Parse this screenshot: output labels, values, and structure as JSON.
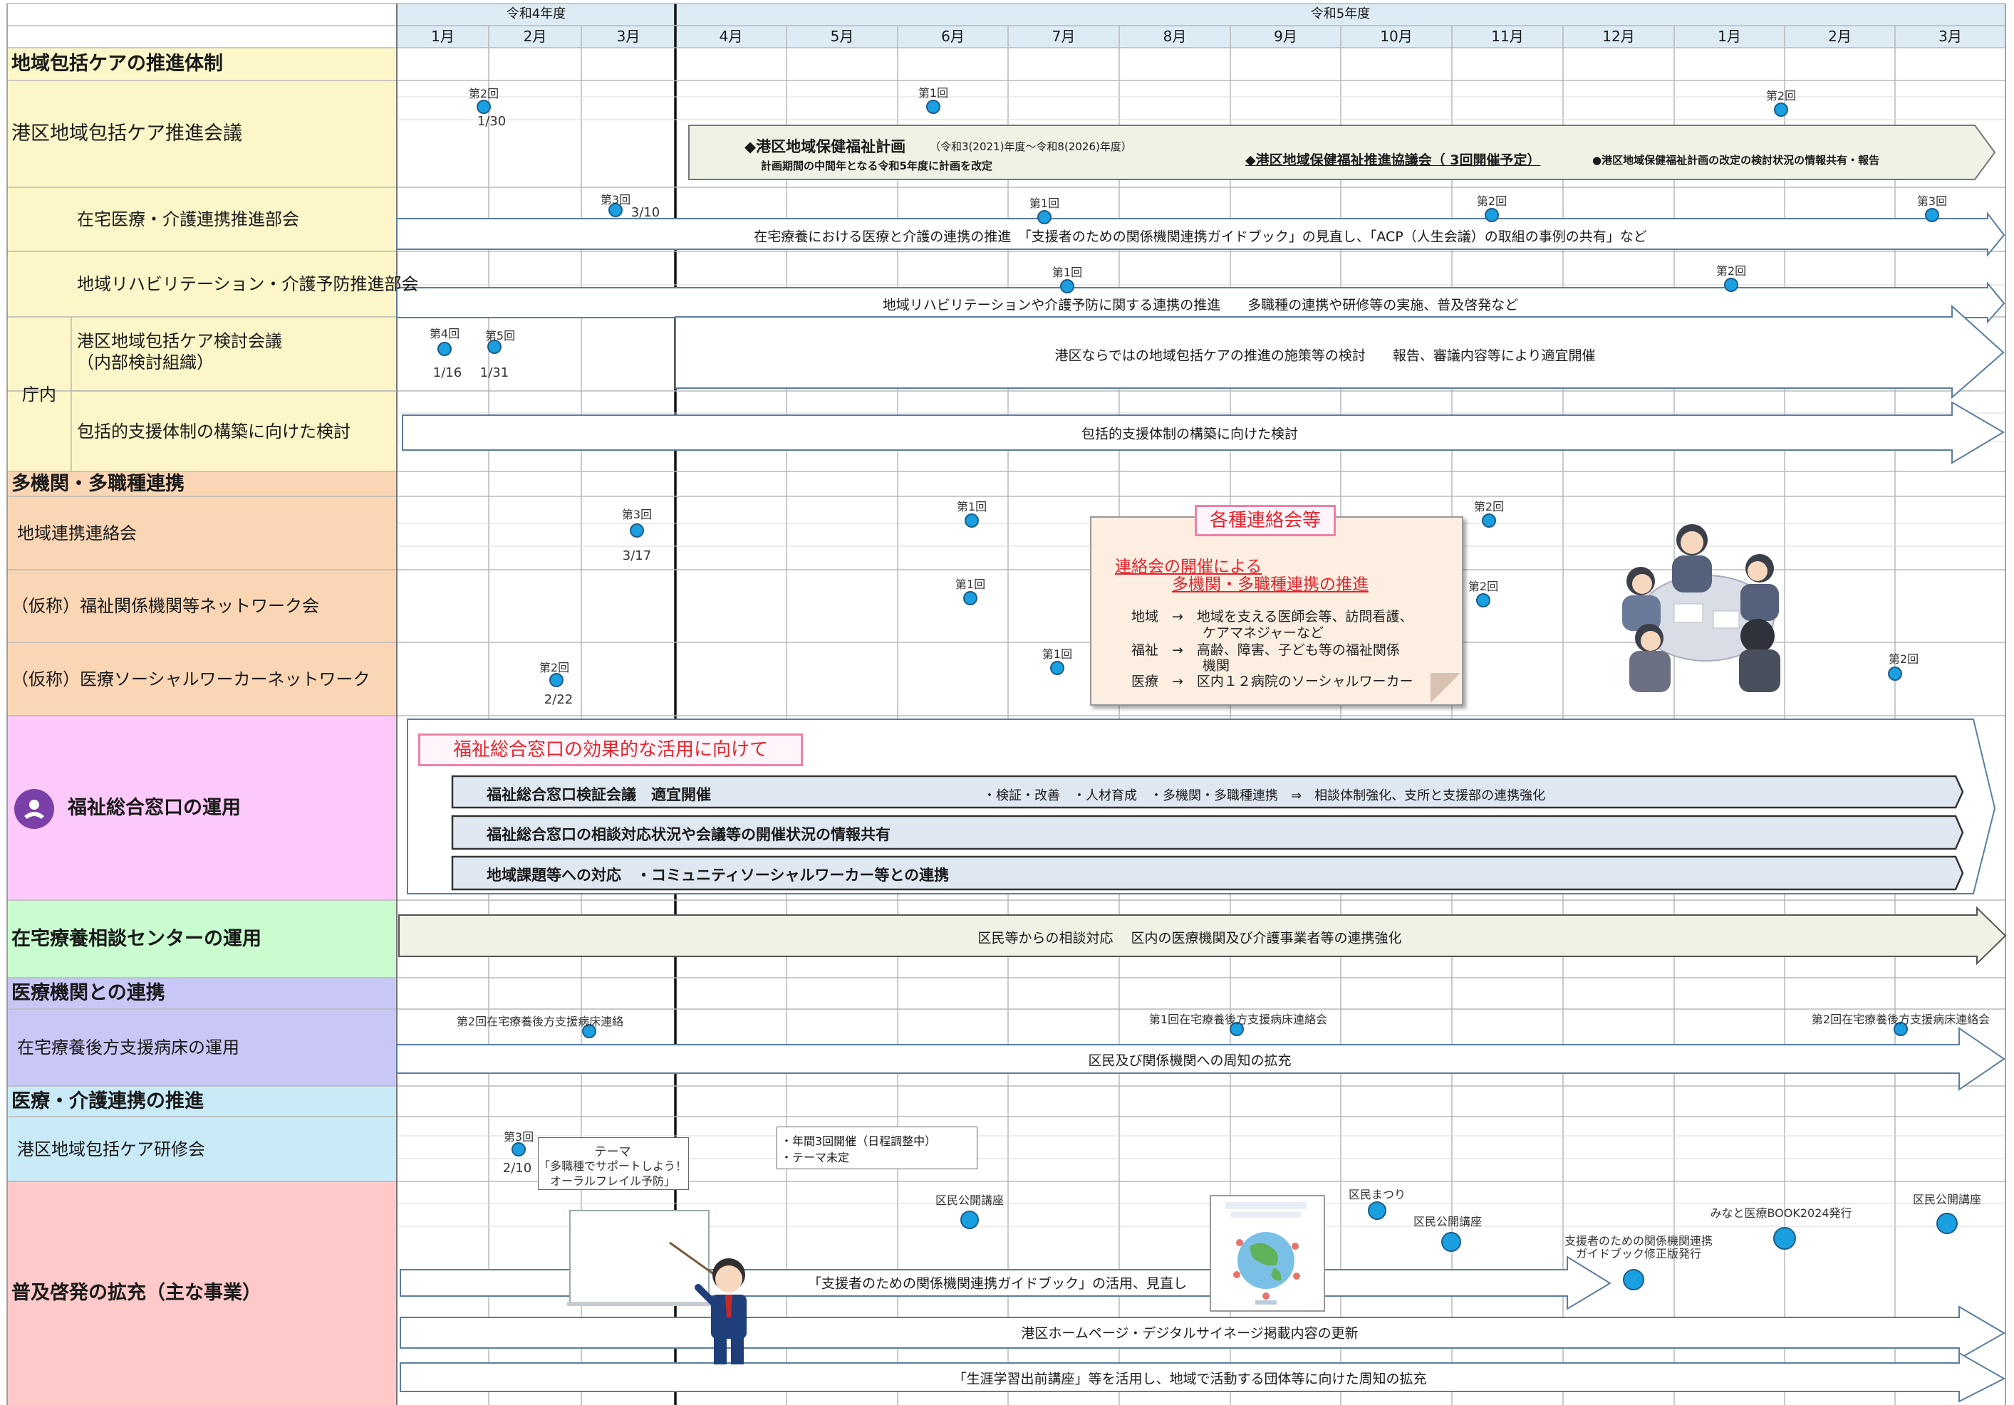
{
  "header": {
    "fy_r4": "令和4年度",
    "fy_r5": "令和5年度",
    "months": [
      "1月",
      "2月",
      "3月",
      "4月",
      "5月",
      "6月",
      "7月",
      "8月",
      "9月",
      "10月",
      "11月",
      "12月",
      "1月",
      "2月",
      "3月"
    ]
  },
  "rows": {
    "s1": "地域包括ケアの推進体制",
    "r1": "港区地域包括ケア推進会議",
    "r2": "在宅医療・介護連携推進部会",
    "r3": "地域リハビリテーション・介護予防推進部会",
    "chonai": "庁内",
    "r4a": "港区地域包括ケア検討会議",
    "r4b": "（内部検討組織）",
    "r5": "包括的支援体制の構築に向けた検討",
    "s2": "多機関・多職種連携",
    "r6": "地域連携連絡会",
    "r7": "（仮称）福祉関係機関等ネットワーク会",
    "r8": "（仮称）医療ソーシャルワーカーネットワーク",
    "s3": "福祉総合窓口の運用",
    "s4": "在宅療養相談センターの運用",
    "s5": "医療機関との連携",
    "r9": "在宅療養後方支援病床の運用",
    "s6": "医療・介護連携の推進",
    "r10": "港区地域包括ケア研修会",
    "s7": "普及啓発の拡充（主な事業）"
  },
  "markers": {
    "m_1": "第2回",
    "m_1d": "1/30",
    "m_2": "第1回",
    "m_3": "第2回",
    "m_4": "第3回",
    "m_4d": "3/10",
    "m_5": "第1回",
    "m_6": "第2回",
    "m_7": "第3回",
    "m_8": "第1回",
    "m_9": "第2回",
    "m_10": "第4回",
    "m_10d": "1/16",
    "m_11": "第5回",
    "m_11d": "1/31",
    "m_12": "第3回",
    "m_12d": "3/17",
    "m_13": "第1回",
    "m_14": "第2回",
    "m_15": "第1回",
    "m_16": "第2回",
    "m_17": "第2回",
    "m_17d": "2/22",
    "m_18": "第1回",
    "m_19": "第2回",
    "m_20": "第2回在宅療養後方支援病床連絡",
    "m_21": "第1回在宅療養後方支援病床連絡会",
    "m_22": "第2回在宅療養後方支援病床連絡会",
    "m_23": "第3回",
    "m_23d": "2/10",
    "m_24": "区民公開講座",
    "m_25": "区民まつり",
    "m_26": "区民公開講座",
    "m_27a": "支援者のための関係機関連携",
    "m_27b": "ガイドブック修正版発行",
    "m_28": "みなと医療BOOK2024発行",
    "m_29": "区民公開講座"
  },
  "arrows": {
    "a1_title": "◆港区地域保健福祉計画",
    "a1_period": "（令和3(2021)年度～令和8(2026)年度）",
    "a1_sub": "計画期間の中間年となる令和5年度に計画を改定",
    "a1_council": "◆港区地域保健福祉推進協議会（ 3回開催予定）",
    "a1_note": "●港区地域保健福祉計画の改定の検討状況の情報共有・報告",
    "a2": "在宅療養における医療と介護の連携の推進　「支援者のための関係機関連携ガイドブック」の見直し、「ACP（人生会議）の取組の事例の共有」など",
    "a3": "地域リハビリテーションや介護予防に関する連携の推進　　多職種の連携や研修等の実施、普及啓発など",
    "a4": "港区ならではの地域包括ケアの推進の施策等の検討　　報告、審議内容等により適宜開催",
    "a5": "包括的支援体制の構築に向けた検討",
    "fukushi_title": "福祉総合窓口の効果的な活用に向けて",
    "f1": "福祉総合窓口検証会議　適宜開催",
    "f1b": "・検証・改善　・人材育成　・多機関・多職種連携　⇒　相談体制強化、支所と支援部の連携強化",
    "f2": "福祉総合窓口の相談対応状況や会議等の開催状況の情報共有",
    "f3": "地域課題等への対応　・コミュニティソーシャルワーカー等との連携",
    "a6": "区民等からの相談対応　 区内の医療機関及び介護事業者等の連携強化",
    "a7": "区民及び関係機関への周知の拡充",
    "a8": "「支援者のための関係機関連携ガイドブック」の活用、見直し",
    "a9": "港区ホームページ・デジタルサイネージ掲載内容の更新",
    "a10": "「生涯学習出前講座」等を活用し、地域で活動する団体等に向けた周知の拡充"
  },
  "note_box": {
    "title": "各種連絡会等",
    "h1": "連絡会の開催による",
    "h2": "多機関・多職種連携の推進",
    "l1": "地域　→　地域を支える医師会等、訪問看護、",
    "l2": "ケアマネジャーなど",
    "l3": "福祉　→　高齢、障害、子ども等の福祉関係",
    "l4": "機関",
    "l5": "医療　→　区内１２病院のソーシャルワーカー"
  },
  "training": {
    "theme_t": "テーマ",
    "theme_1": "「多職種でサポートしよう！",
    "theme_2": "オーラルフレイル予防」",
    "plan_1": "・年間3回開催（日程調整中）",
    "plan_2": "・テーマ未定"
  },
  "colors": {
    "sec_promo": "#fdf6c8",
    "sec_multi": "#fbd6b5",
    "sec_fukushi": "#fdc9fb",
    "sec_zaitaku": "#c9fdd0",
    "sec_iryo": "#c9c7f6",
    "sec_kaigo": "#c9ebf8",
    "sec_fukyu": "#fdc9c9",
    "header_blue": "#ddebf5",
    "marker": "#1aa0e0",
    "arrow_green": "#eef3e6",
    "arrow_blue": "#dfe7f1"
  }
}
